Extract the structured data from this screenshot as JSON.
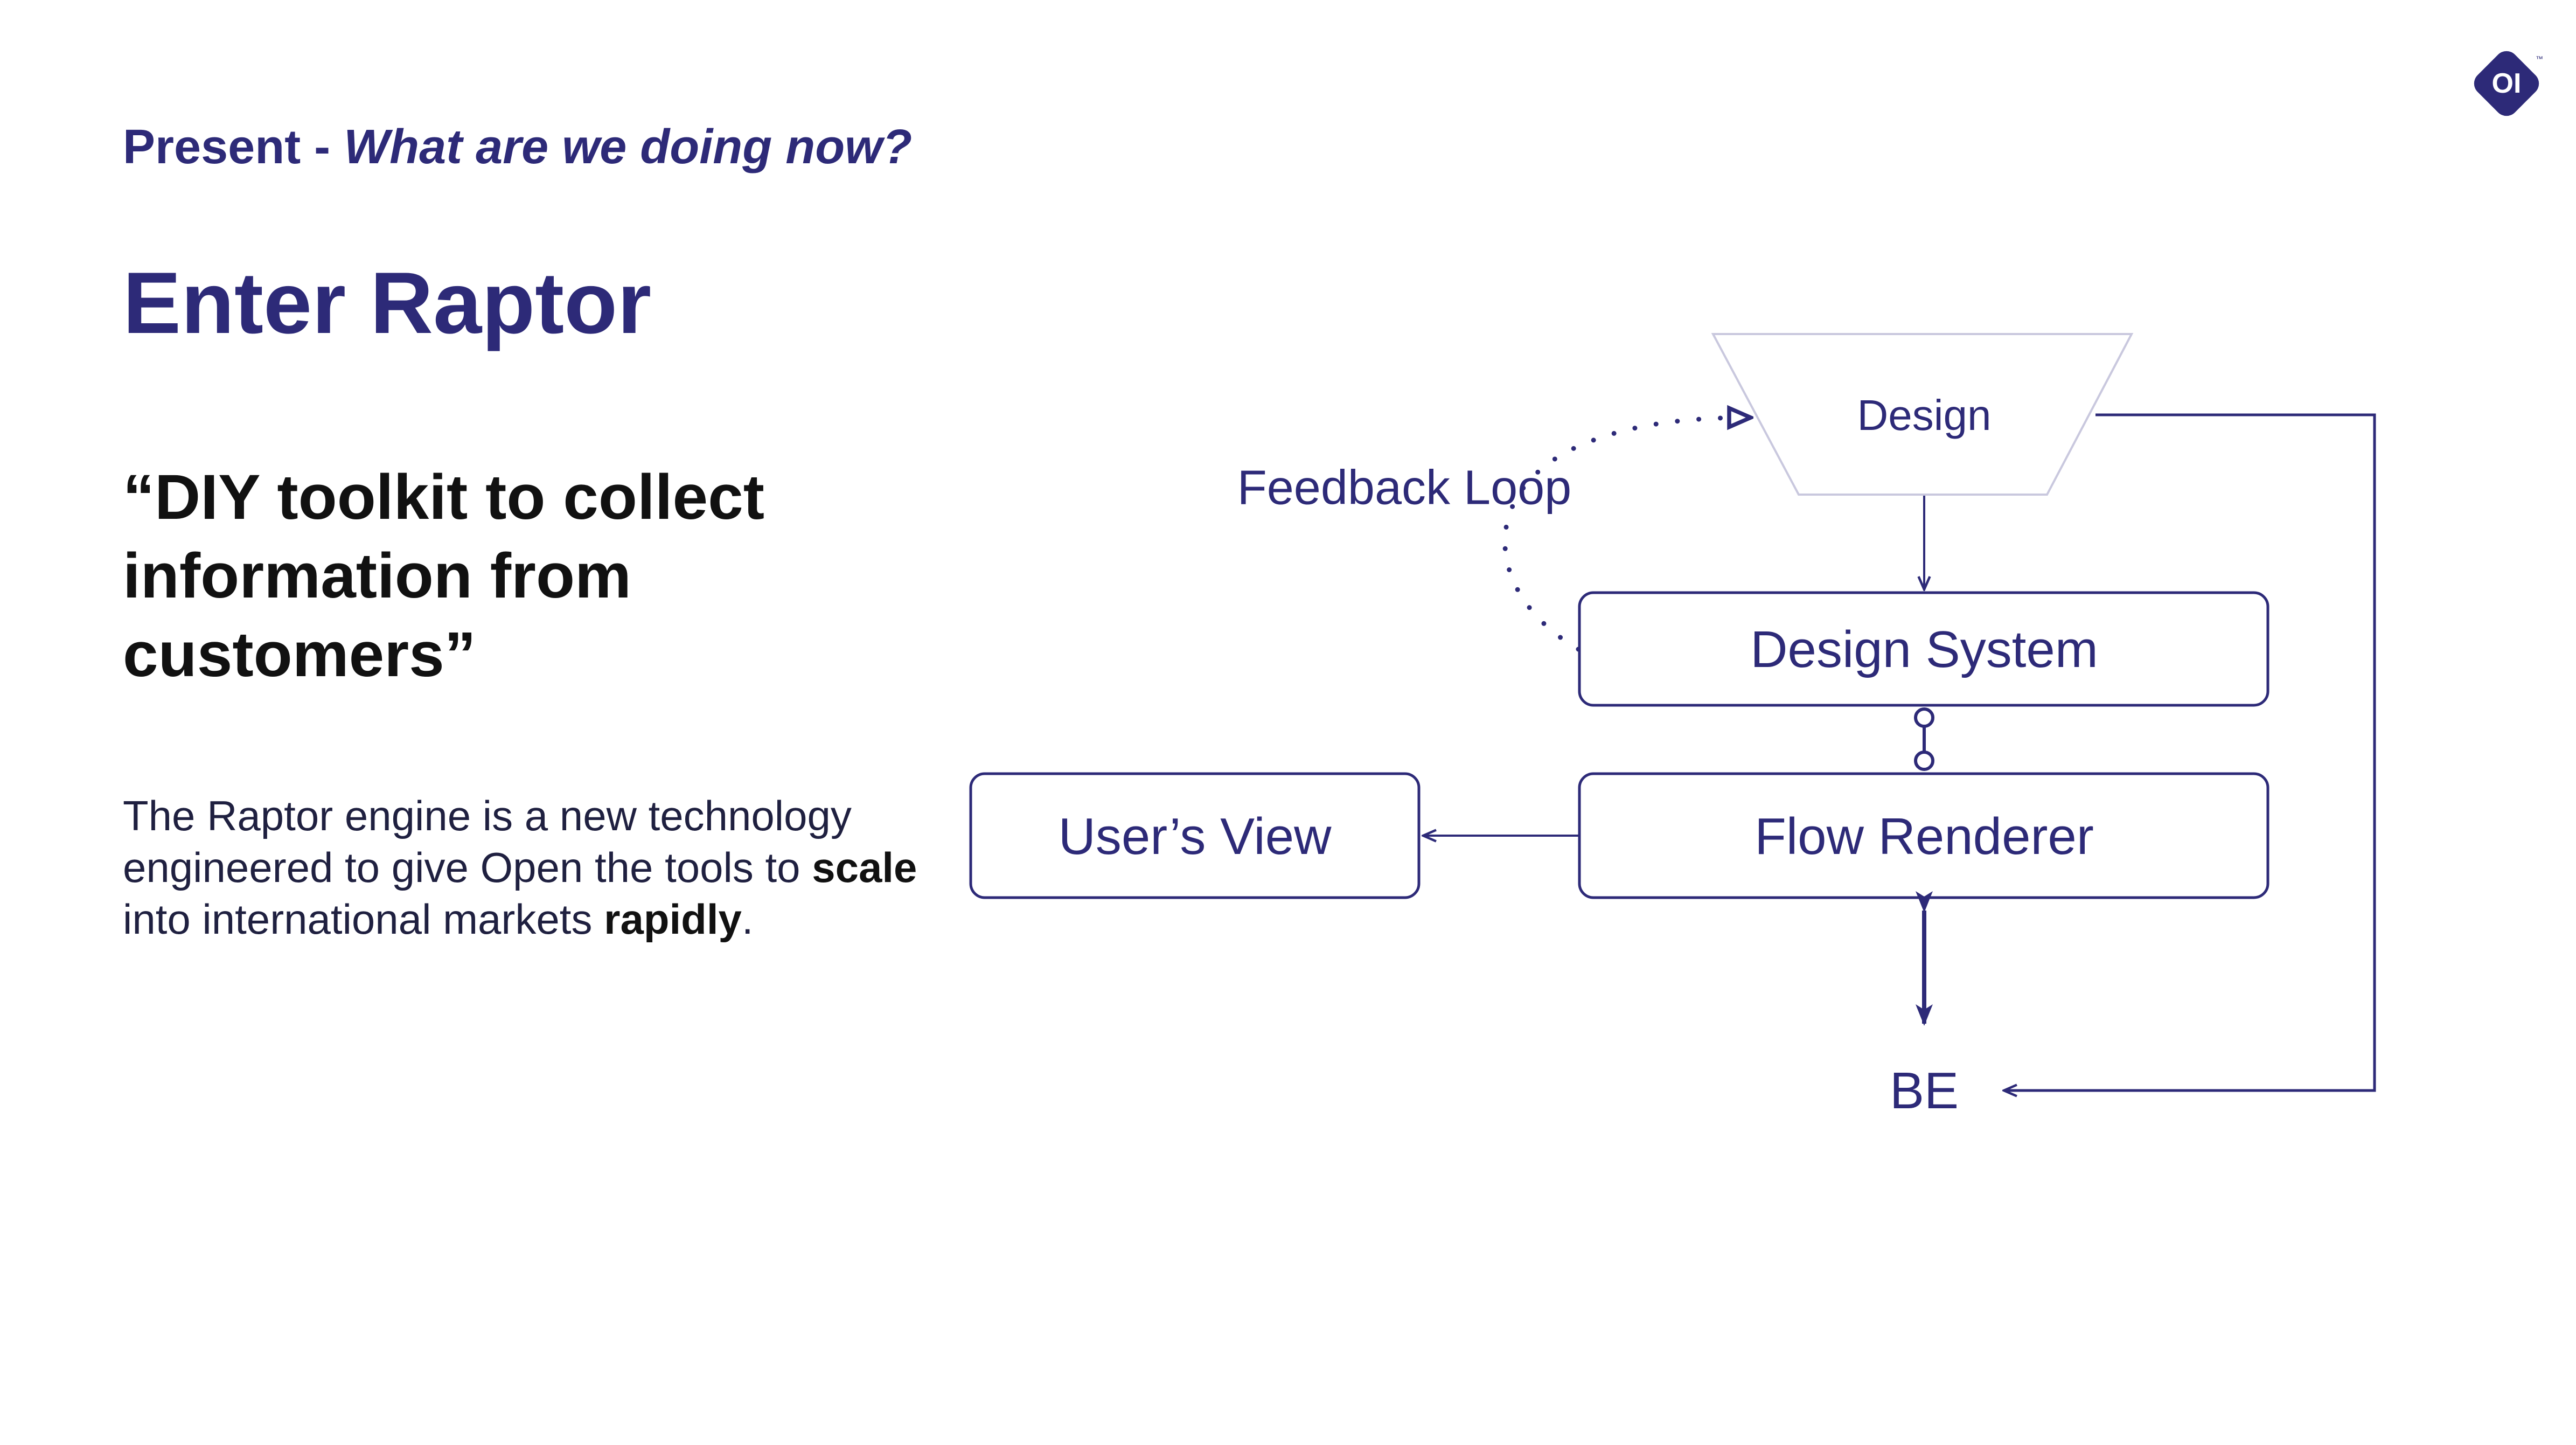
{
  "header": {
    "section": "Present - ",
    "question": "What are we doing now?"
  },
  "title": "Enter Raptor",
  "quote": "“DIY toolkit to collect information from customers”",
  "body": {
    "text1": "The Raptor engine is a new technology engineered to give Open the tools to ",
    "bold1": "scale",
    "text2": " into international markets ",
    "bold2": "rapidly",
    "text3": "."
  },
  "logo": {
    "text": "OI",
    "tm": "™"
  },
  "diagram": {
    "nodes": {
      "design": "Design",
      "design_system": "Design System",
      "flow_renderer": "Flow Renderer",
      "users_view": "User’s View",
      "be": "BE"
    },
    "feedback_label": "Feedback Loop"
  },
  "colors": {
    "primary": "#2d2a78",
    "text_dark": "#111111",
    "trapezoid_stroke": "#c9c8de"
  }
}
